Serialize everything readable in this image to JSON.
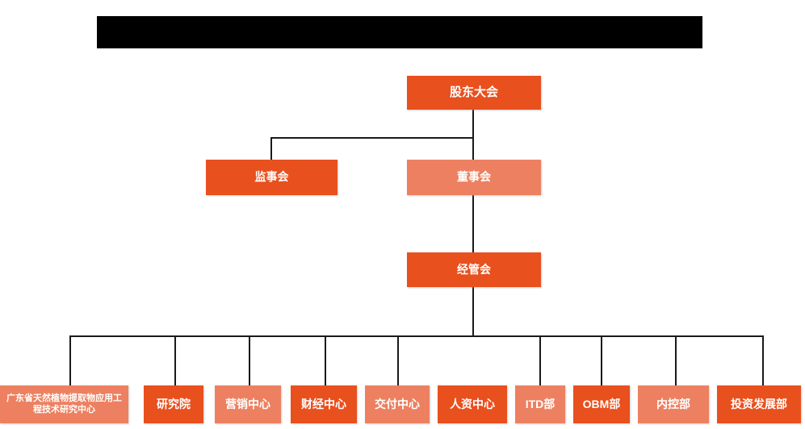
{
  "colors": {
    "accent_dark": "#E8501E",
    "accent_light": "#ED8060",
    "connector": "#1a1a1a",
    "redaction": "#000000",
    "page_background": "#ffffff",
    "node_text": "#ffffff"
  },
  "title_bar": {
    "label": "",
    "redacted": true
  },
  "chart_data": {
    "type": "org-chart"
  },
  "org_chart": {
    "levels": [
      {
        "level": 1,
        "nodes": [
          {
            "id": "shareholders-meeting",
            "label": "股东大会",
            "tone": "dark"
          }
        ]
      },
      {
        "level": 2,
        "nodes": [
          {
            "id": "supervisory-board",
            "label": "监事会",
            "tone": "dark"
          },
          {
            "id": "board-of-directors",
            "label": "董事会",
            "tone": "light"
          }
        ]
      },
      {
        "level": 3,
        "nodes": [
          {
            "id": "management-committee",
            "label": "经管会",
            "tone": "dark"
          }
        ]
      },
      {
        "level": 4,
        "nodes": [
          {
            "id": "guangdong-research-center",
            "label": "广东省天然植物提取物应用工程技术研究中心",
            "tone": "light"
          },
          {
            "id": "research-institute",
            "label": "研究院",
            "tone": "dark"
          },
          {
            "id": "marketing-center",
            "label": "营销中心",
            "tone": "light"
          },
          {
            "id": "finance-center",
            "label": "财经中心",
            "tone": "dark"
          },
          {
            "id": "delivery-center",
            "label": "交付中心",
            "tone": "light"
          },
          {
            "id": "hr-center",
            "label": "人资中心",
            "tone": "dark"
          },
          {
            "id": "itd-department",
            "label": "ITD部",
            "tone": "light"
          },
          {
            "id": "obm-department",
            "label": "OBM部",
            "tone": "dark"
          },
          {
            "id": "internal-control-department",
            "label": "内控部",
            "tone": "light"
          },
          {
            "id": "investment-development-department",
            "label": "投资发展部",
            "tone": "dark"
          }
        ]
      }
    ]
  }
}
